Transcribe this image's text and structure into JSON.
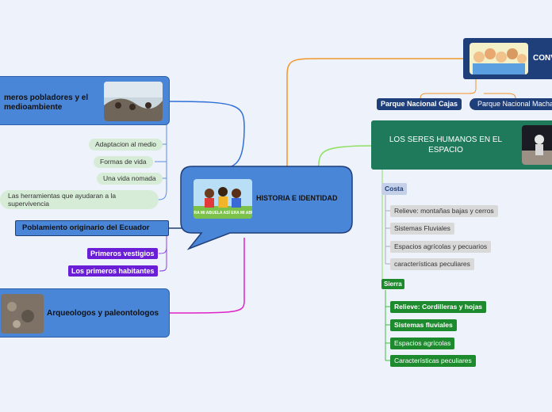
{
  "center": {
    "title": "HISTORIA E IDENTIDAD",
    "thumb_caption": "ASÍ ERA MI ABUELA ASÍ ERA MI ABUELA"
  },
  "left": {
    "pobladores": "meros pobladores y el medioambiente",
    "pobladores_leaves": [
      "Adaptacion al medio",
      "Formas de vida",
      "Una vida nomada",
      "Las herramientas que ayudaran a la supervivencia"
    ],
    "poblamiento": "Poblamiento originario del Ecuador",
    "poblamiento_leaves": [
      "Primeros vestigios",
      "Los primeros habitantes"
    ],
    "arqueologos": "Arqueologos y paleontologos"
  },
  "right": {
    "conv": "CONV",
    "parks": [
      "Parque Nacional Cajas",
      "Parque Nacional Macha"
    ],
    "seres": "LOS SERES HUMANOS EN EL ESPACIO",
    "costa": "Costa",
    "costa_leaves": [
      "Relieve: montañas bajas y cerros",
      "Sistemas Fluviales",
      "Espacios agrícolas y pecuarios",
      "características peculiares"
    ],
    "sierra": "Sierra",
    "sierra_leaves": [
      "Relieve: Cordilleras y hojas",
      "Sistemas fluviales",
      "Espacios agrícolas",
      "Características peculiares"
    ]
  },
  "colors": {
    "accent_blue": "#4a86d8",
    "teal": "#1f7a5c",
    "navy": "#1f3f7a",
    "purple": "#6a1fd6",
    "green": "#1e8a2e",
    "orange": "#f0962a",
    "magenta": "#e020c8"
  }
}
